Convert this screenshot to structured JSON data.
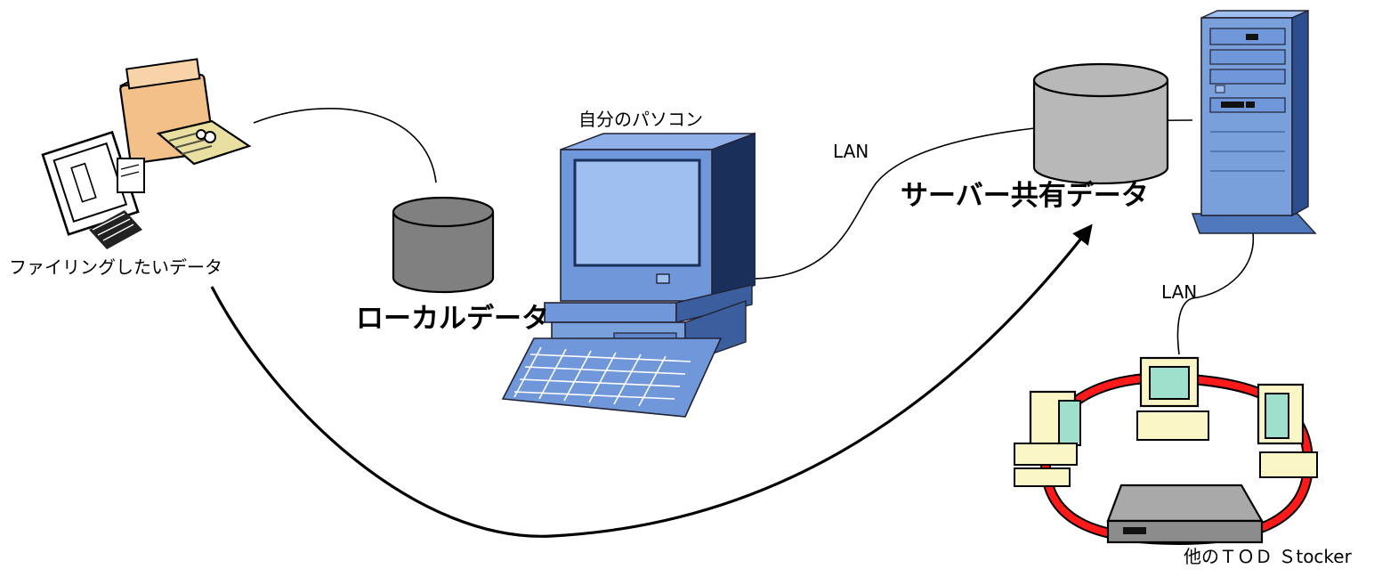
{
  "labels": {
    "source_data": "ファイリングしたいデータ",
    "my_pc": "自分のパソコン",
    "local_data": "ローカルデータ",
    "lan_upper": "LAN",
    "lan_lower": "LAN",
    "server_shared_data": "サーバー共有データ",
    "other_tod_stocker": "他のＴＯＤ Ｓtocker"
  },
  "colors": {
    "local_db_fill": "#808080",
    "server_db_fill": "#b8b8b8",
    "pc_blue": "#5f86c8",
    "server_blue": "#7aa0dc",
    "ring_red": "#ff1a1a",
    "client_screen": "#9fe0cc"
  }
}
